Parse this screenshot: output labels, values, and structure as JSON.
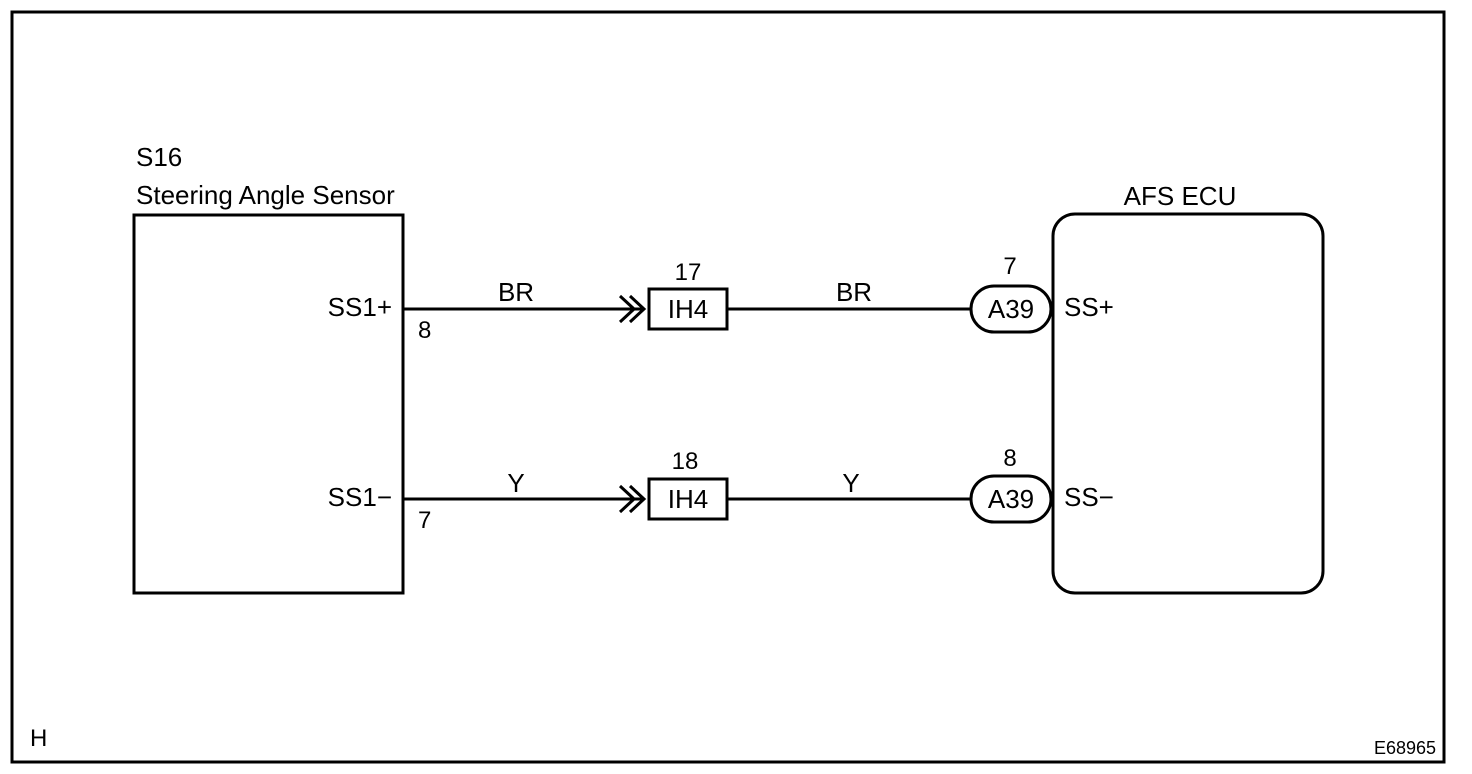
{
  "sensor": {
    "code": "S16",
    "name": "Steering Angle Sensor",
    "pin_pos_label": "SS1+",
    "pin_pos_number": "8",
    "pin_neg_label": "SS1−",
    "pin_neg_number": "7"
  },
  "ecu": {
    "name": "AFS ECU",
    "pin_pos_label": "SS+",
    "pin_neg_label": "SS−"
  },
  "wires": {
    "upper": {
      "color_left": "BR",
      "color_right": "BR",
      "junction_label": "IH4",
      "junction_pin": "17",
      "ecu_connector": "A39",
      "ecu_pin": "7"
    },
    "lower": {
      "color_left": "Y",
      "color_right": "Y",
      "junction_label": "IH4",
      "junction_pin": "18",
      "ecu_connector": "A39",
      "ecu_pin": "8"
    }
  },
  "footer": {
    "left_mark": "H",
    "figure_id": "E68965"
  }
}
